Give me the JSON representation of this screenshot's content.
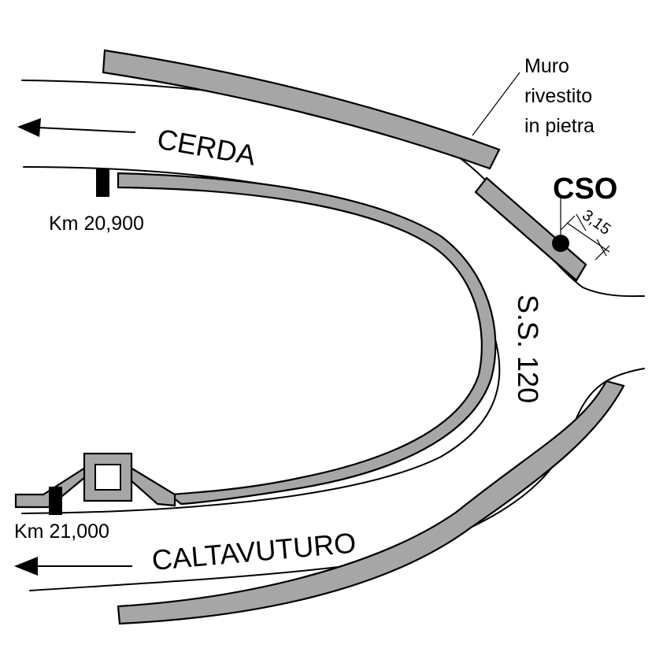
{
  "map": {
    "road_name": "S.S. 120",
    "directions": {
      "upper": "CERDA",
      "lower": "CALTAVUTURO"
    },
    "kilometre_markers": [
      {
        "label": "Km 20,900"
      },
      {
        "label": "Km 21,000"
      }
    ],
    "wall_callout": {
      "line1": "Muro",
      "line2": "rivestito",
      "line3": "in pietra"
    },
    "station": {
      "label": "CSO",
      "distance": "3,15"
    }
  }
}
